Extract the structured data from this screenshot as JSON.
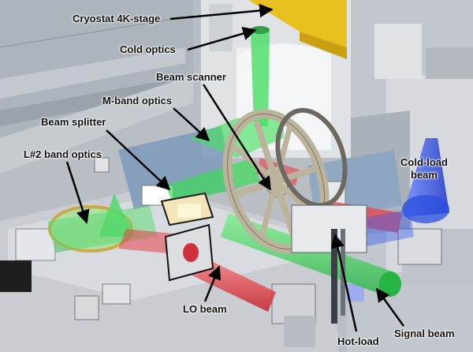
{
  "labels": {
    "cryostat": "Cryostat 4K-stage",
    "cold_optics": "Cold optics",
    "beam_scanner": "Beam scanner",
    "m_band": "M-band optics",
    "beam_splitter": "Beam splitter",
    "l2_band": "L#2 band optics",
    "cold_load_line1": "Cold-load",
    "cold_load_line2": "beam",
    "lo_beam": "LO beam",
    "hot_load": "Hot-load",
    "signal_beam": "Signal beam"
  },
  "colors": {
    "green_beam": "#3ddc5a",
    "red_beam": "#e8404a",
    "blue_beam": "#2a4de0",
    "stage_yellow": "#e8c020",
    "frame_gray": "#a9b0b8",
    "plate_gray": "#c9cdd2",
    "blue_plate": "#7f9bbb"
  }
}
